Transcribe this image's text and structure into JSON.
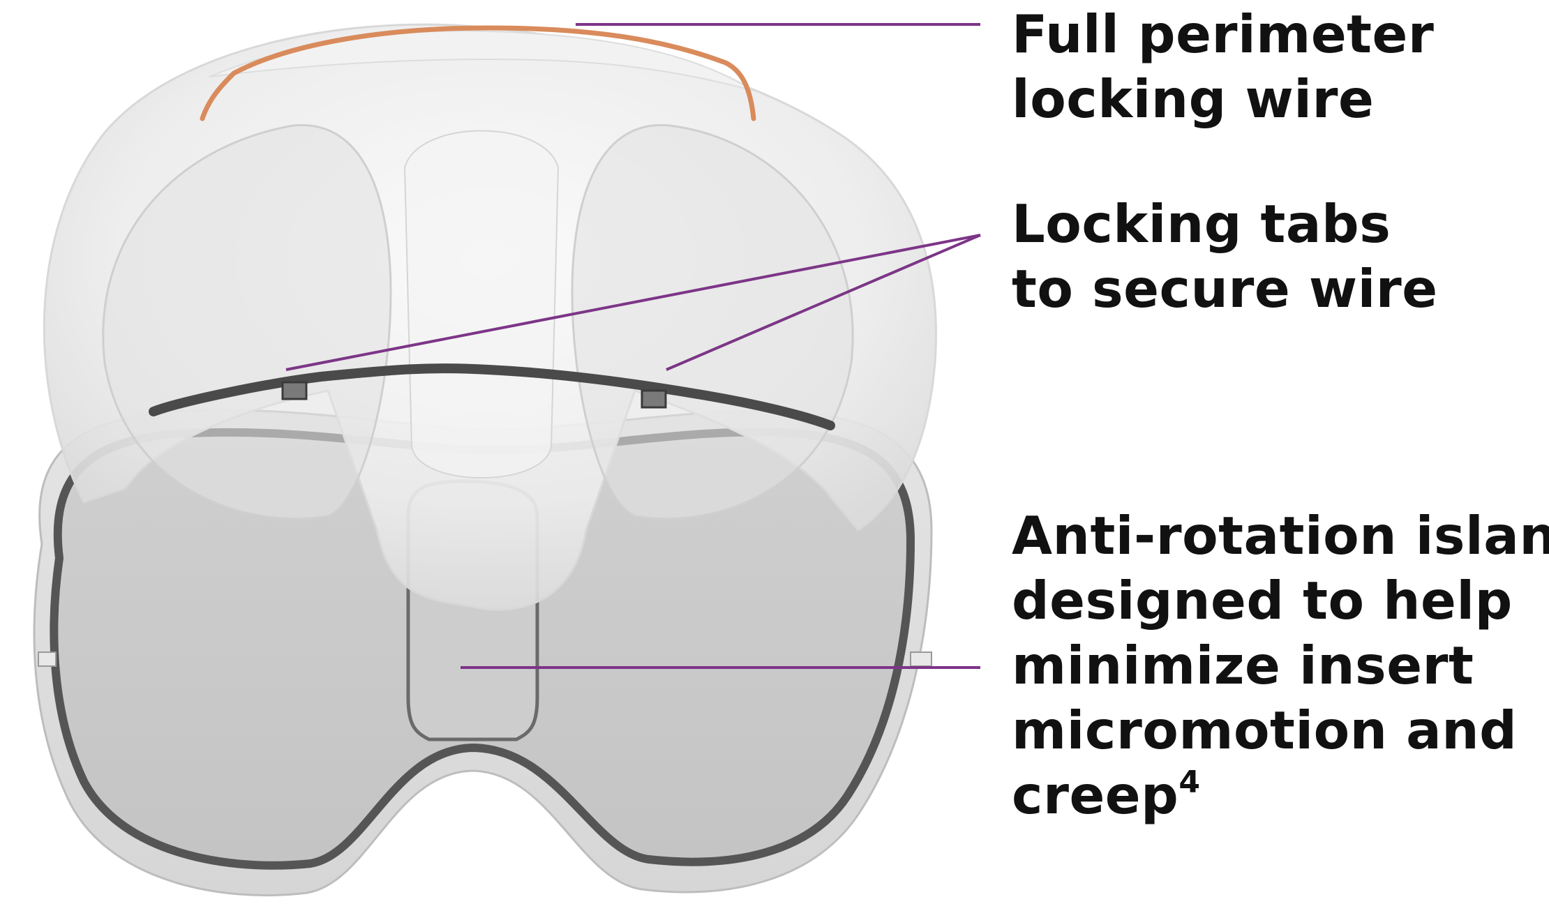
{
  "colors": {
    "leader_line": "#7c3587",
    "locking_wire": "#d98b5c",
    "tray_rim": "#5a5a5a",
    "tray_face": "#c9c9c9",
    "insert_body": "#ededed"
  },
  "callouts": {
    "locking_wire": {
      "lines": [
        "Full perimeter",
        "locking wire"
      ]
    },
    "locking_tabs": {
      "lines": [
        "Locking tabs",
        "to secure wire"
      ]
    },
    "anti_rotation": {
      "lines": [
        "Anti-rotation island",
        "designed to help",
        "minimize insert",
        "micromotion and",
        "creep"
      ],
      "superscript": "4"
    }
  }
}
